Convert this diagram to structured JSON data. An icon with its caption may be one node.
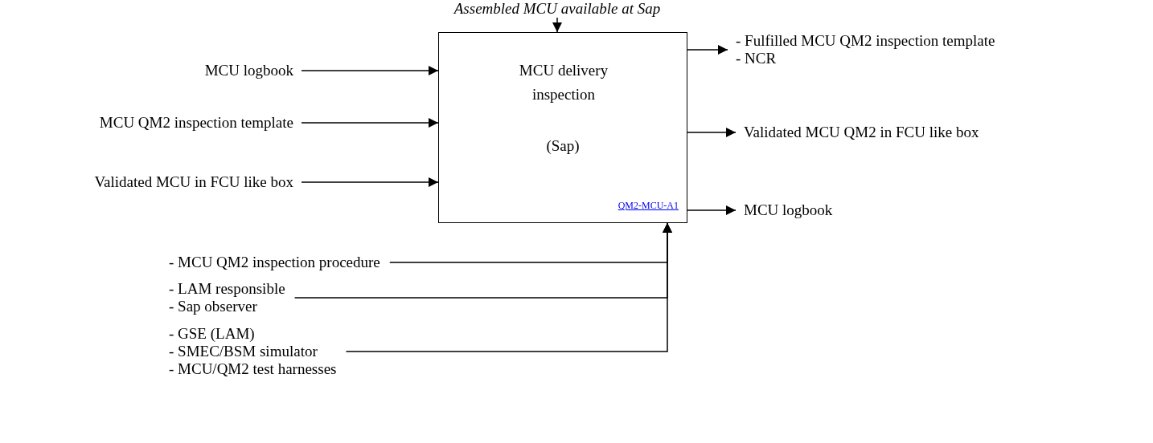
{
  "diagram": {
    "nodes": [
      {
        "text": [
          "MCU delivery inspection",
          "(Sap)",
          "QM2-MCU-A1"
        ]
      },
      {
        "text": [
          "Assembled MCU available at Sap"
        ]
      },
      {
        "text": [
          "MCU logbook"
        ]
      },
      {
        "text": [
          "MCU QM2 inspection template"
        ]
      },
      {
        "text": [
          "Validated MCU in FCU like box"
        ]
      },
      {
        "text": [
          "- Fulfilled MCU QM2 inspection template",
          "- NCR"
        ]
      },
      {
        "text": [
          "Validated MCU QM2 in FCU like box"
        ]
      },
      {
        "text": [
          "MCU logbook"
        ]
      },
      {
        "text": [
          "- MCU QM2 inspection procedure"
        ]
      },
      {
        "text": [
          "- LAM responsible",
          "- Sap observer"
        ]
      },
      {
        "text": [
          "- GSE (LAM)",
          "- SMEC/BSM simulator",
          "- MCU/QM2 test harnesses"
        ]
      }
    ],
    "edges": [
      {
        "from": 1,
        "to": 0,
        "arrow": "to"
      },
      {
        "from": 2,
        "to": 0,
        "arrow": "to"
      },
      {
        "from": 3,
        "to": 0,
        "arrow": "to"
      },
      {
        "from": 4,
        "to": 0,
        "arrow": "to"
      },
      {
        "from": 0,
        "to": 5,
        "arrow": "to"
      },
      {
        "from": 0,
        "to": 6,
        "arrow": "to"
      },
      {
        "from": 0,
        "to": 7,
        "arrow": "to"
      },
      {
        "from": 8,
        "to": 0,
        "arrow": "to"
      },
      {
        "from": 9,
        "to": 0,
        "arrow": "to"
      },
      {
        "from": 10,
        "to": 0,
        "arrow": "to"
      }
    ]
  }
}
